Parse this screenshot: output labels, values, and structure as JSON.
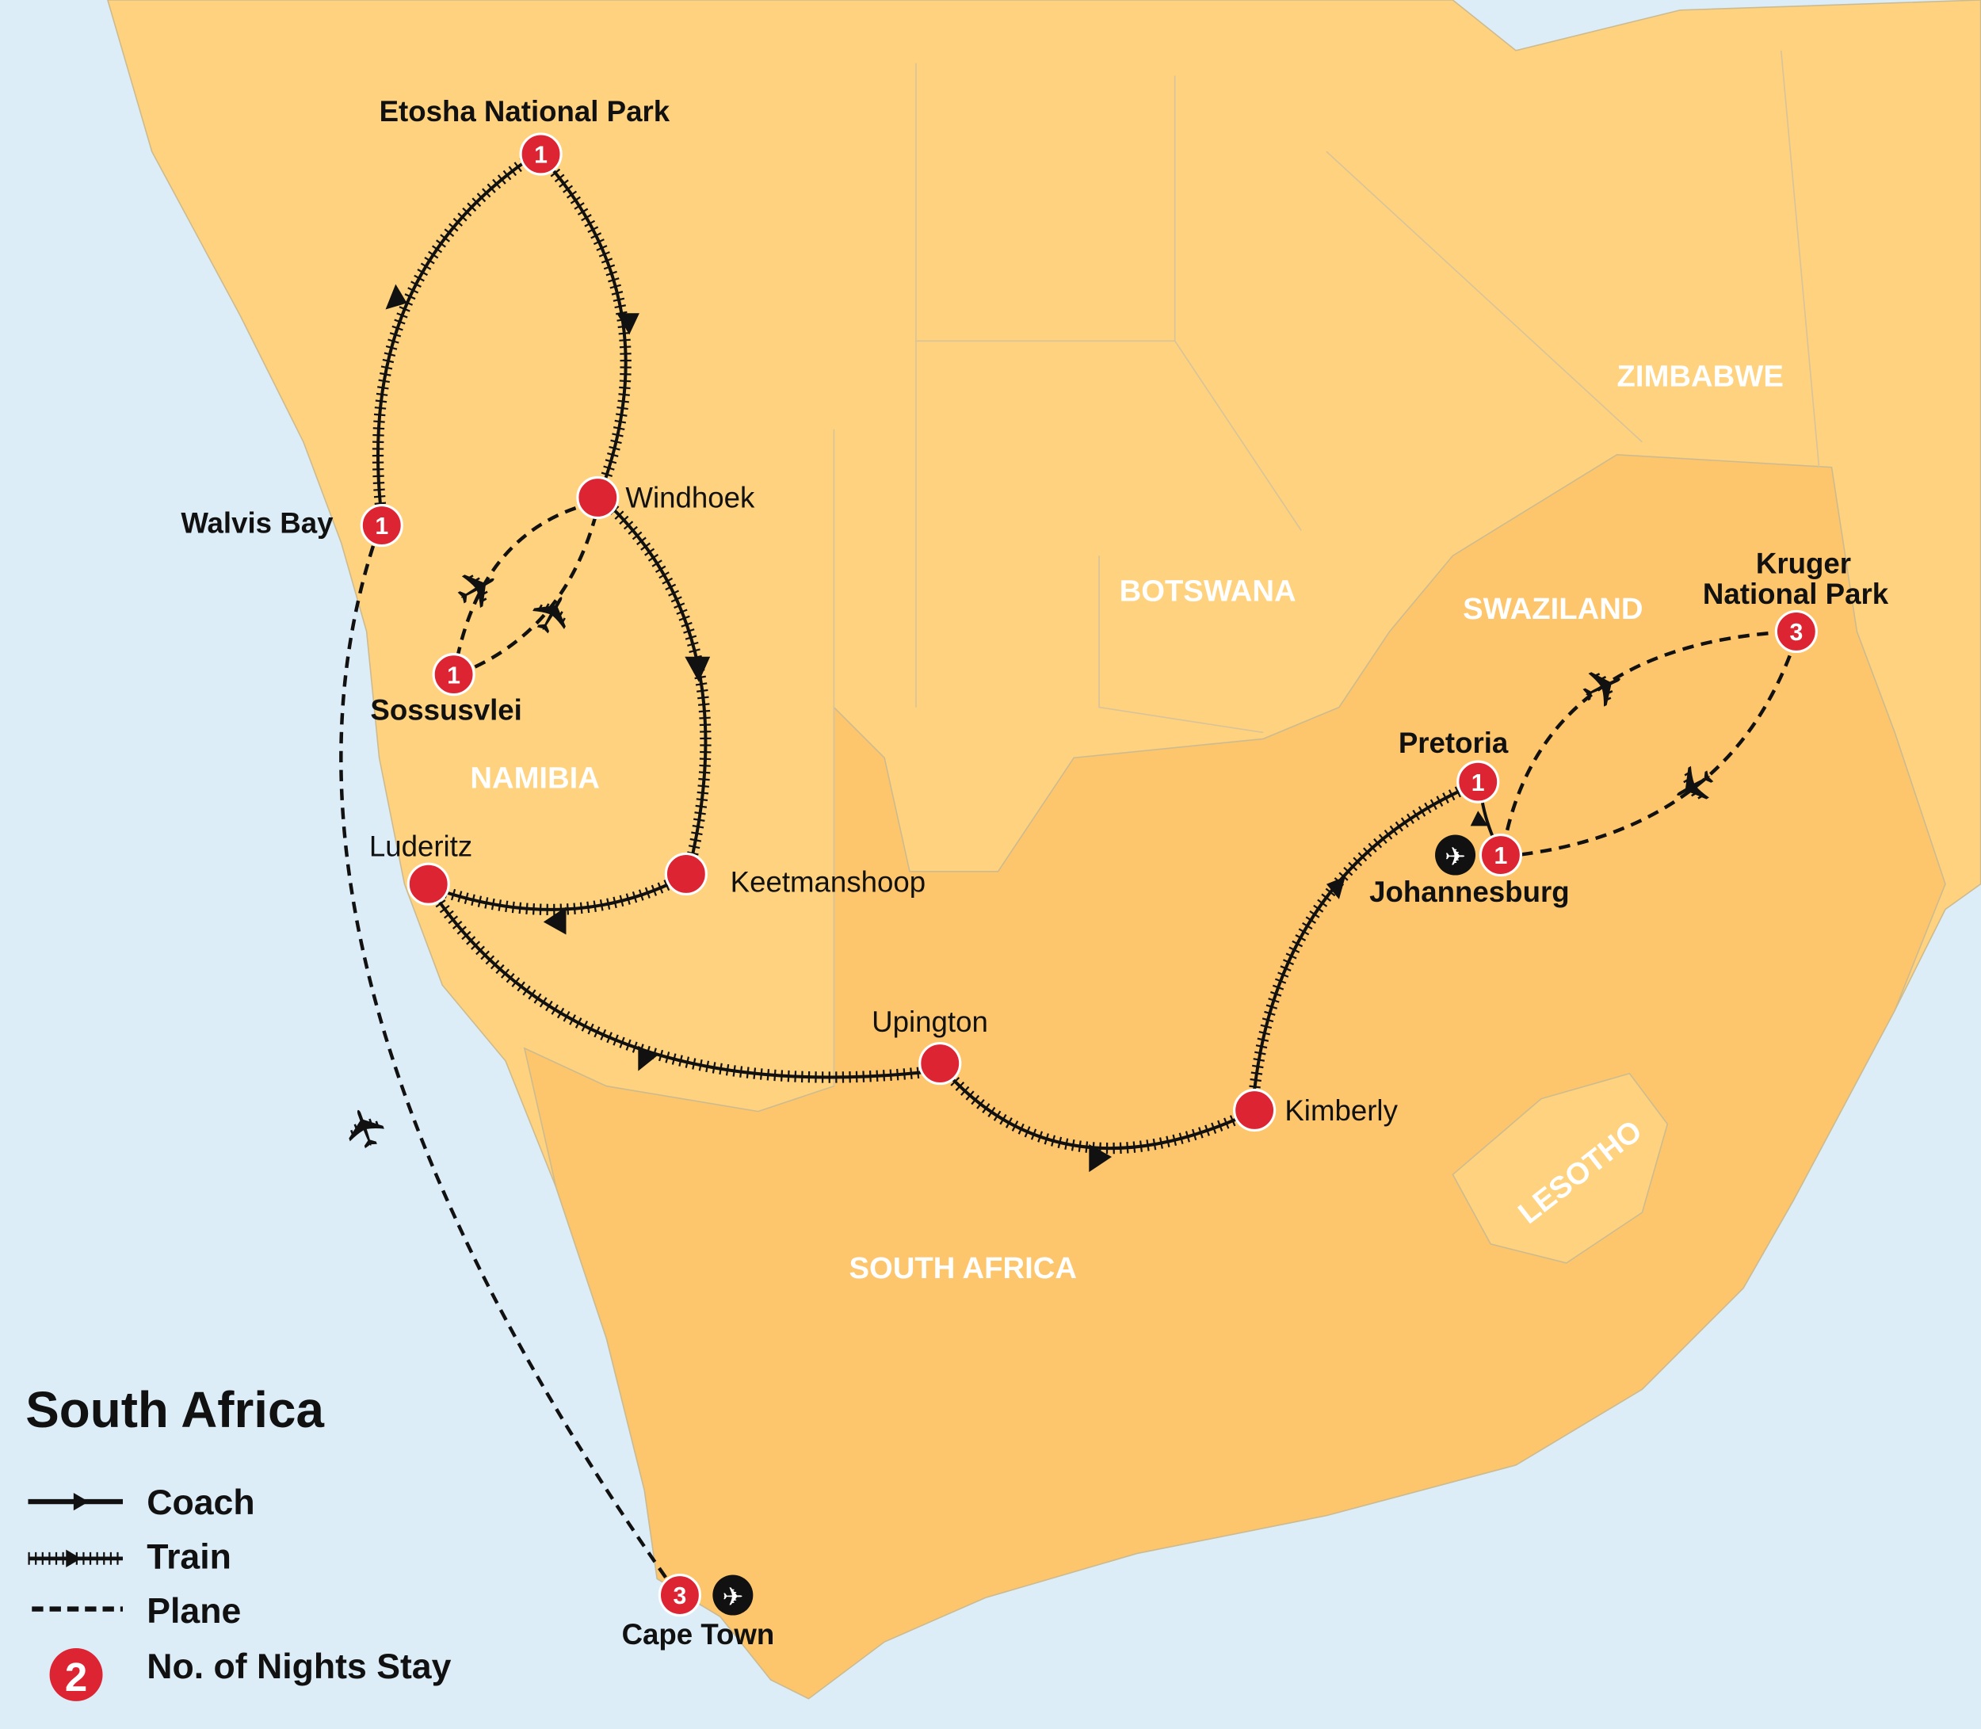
{
  "title": "South Africa",
  "legend": {
    "coach": "Coach",
    "train": "Train",
    "plane": "Plane",
    "nights": "No. of Nights Stay",
    "nights_sample": "2"
  },
  "countries": {
    "namibia": "NAMIBIA",
    "botswana": "BOTSWANA",
    "zimbabwe": "ZIMBABWE",
    "swaziland": "SWAZILAND",
    "south_africa": "SOUTH AFRICA",
    "lesotho": "LESOTHO"
  },
  "stops": [
    {
      "name": "Etosha National Park",
      "nights": "1"
    },
    {
      "name": "Walvis Bay",
      "nights": "1"
    },
    {
      "name": "Windhoek",
      "nights": ""
    },
    {
      "name": "Sossusvlei",
      "nights": "1"
    },
    {
      "name": "Luderitz",
      "nights": ""
    },
    {
      "name": "Keetmanshoop",
      "nights": ""
    },
    {
      "name": "Upington",
      "nights": ""
    },
    {
      "name": "Kimberly",
      "nights": ""
    },
    {
      "name": "Pretoria",
      "nights": "1"
    },
    {
      "name": "Johannesburg",
      "nights": "1"
    },
    {
      "name": "Kruger",
      "name2": "National Park",
      "nights": "3"
    },
    {
      "name": "Cape Town",
      "nights": "3"
    }
  ],
  "colors": {
    "sea": "#ddedf7",
    "land": "#fed27e",
    "south_africa": "#fdc66d",
    "marker": "#dc2433"
  }
}
